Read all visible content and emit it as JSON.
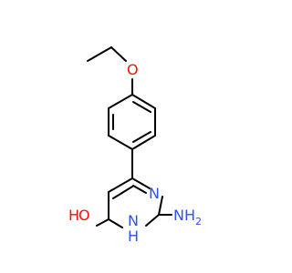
{
  "molecule": {
    "atoms": {
      "oxygen_ether": "O",
      "oxygen_hydroxyl": "O",
      "hydroxyl_h": "H",
      "nitrogen_ring_upper": "N",
      "nitrogen_ring_lower": "N",
      "nitrogen_ring_lower_h": "H",
      "amino_n": "N",
      "amino_h": "H",
      "amino_h_count": "2"
    },
    "colors": {
      "bond": "#000000",
      "oxygen": "#ff0d0d",
      "nitrogen": "#3050f8"
    }
  }
}
